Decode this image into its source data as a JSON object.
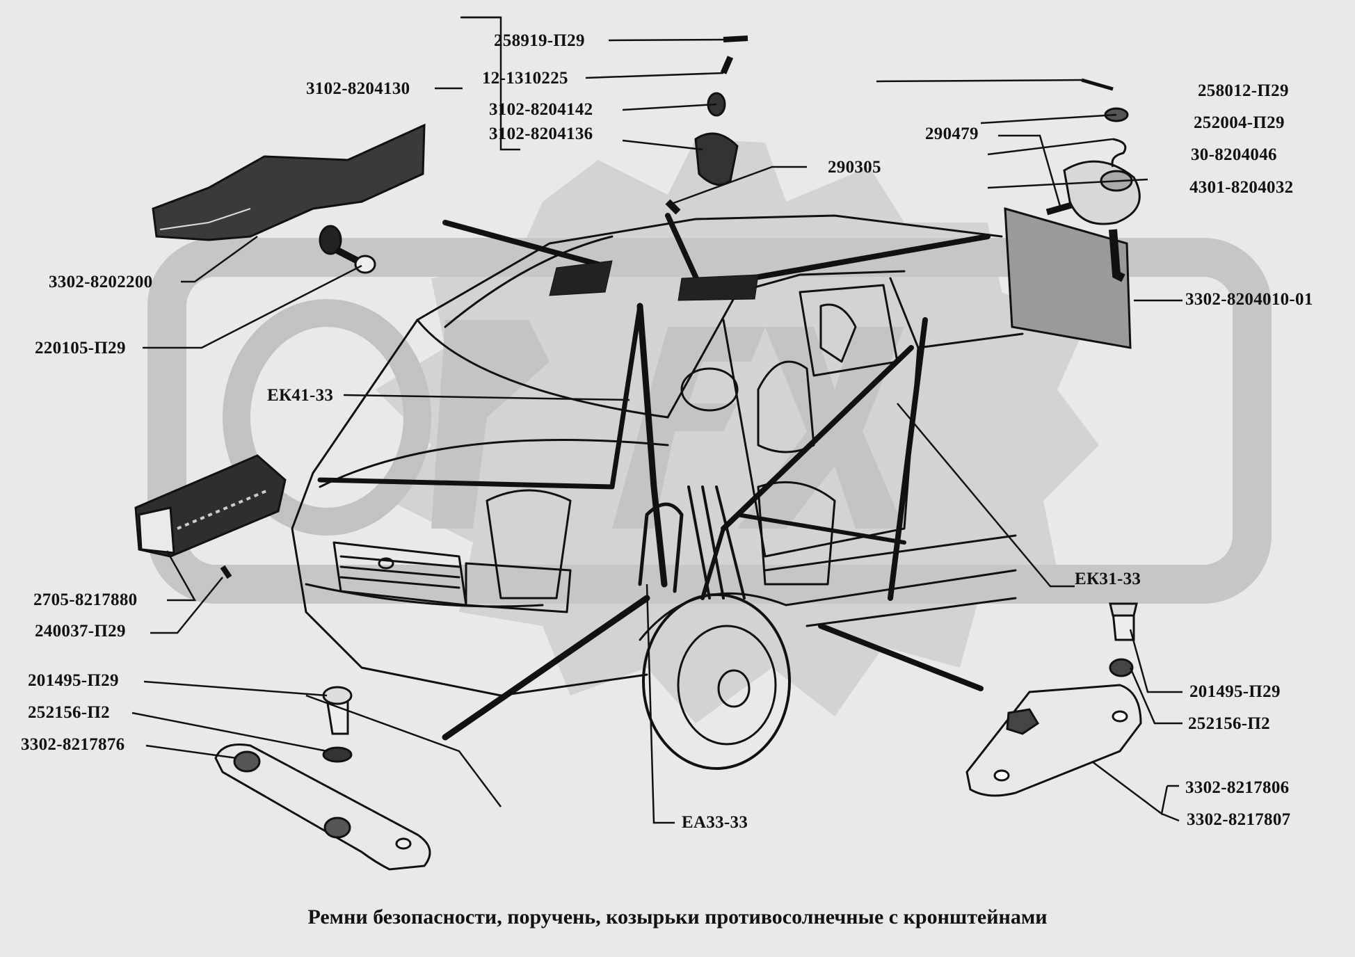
{
  "caption": "Ремни безопасности, поручень, козырьки противосолнечные с кронштейнами",
  "watermark": "OPEX",
  "labels": {
    "p258919": "258919-П29",
    "p12_1310225": "12-1310225",
    "p3102_8204130": "3102-8204130",
    "p3102_8204142": "3102-8204142",
    "p3102_8204136": "3102-8204136",
    "p290305": "290305",
    "p258012": "258012-П29",
    "p252004": "252004-П29",
    "p290479": "290479",
    "p30_8204046": "30-8204046",
    "p4301_8204032": "4301-8204032",
    "p3302_8202200": "3302-8202200",
    "p3302_8204010_01": "3302-8204010-01",
    "p220105": "220105-П29",
    "ek41": "ЕК41-33",
    "ek31": "ЕК31-33",
    "p2705_8217880": "2705-8217880",
    "p240037": "240037-П29",
    "p201495_left": "201495-П29",
    "p252156_left": "252156-П2",
    "p3302_8217876": "3302-8217876",
    "p201495_right": "201495-П29",
    "p252156_right": "252156-П2",
    "p3302_8217806": "3302-8217806",
    "p3302_8217807": "3302-8217807",
    "ea33": "ЕА33-33"
  },
  "colors": {
    "background": "#e9e9e9",
    "ink": "#111111",
    "watermark": "#c9c9c9"
  }
}
